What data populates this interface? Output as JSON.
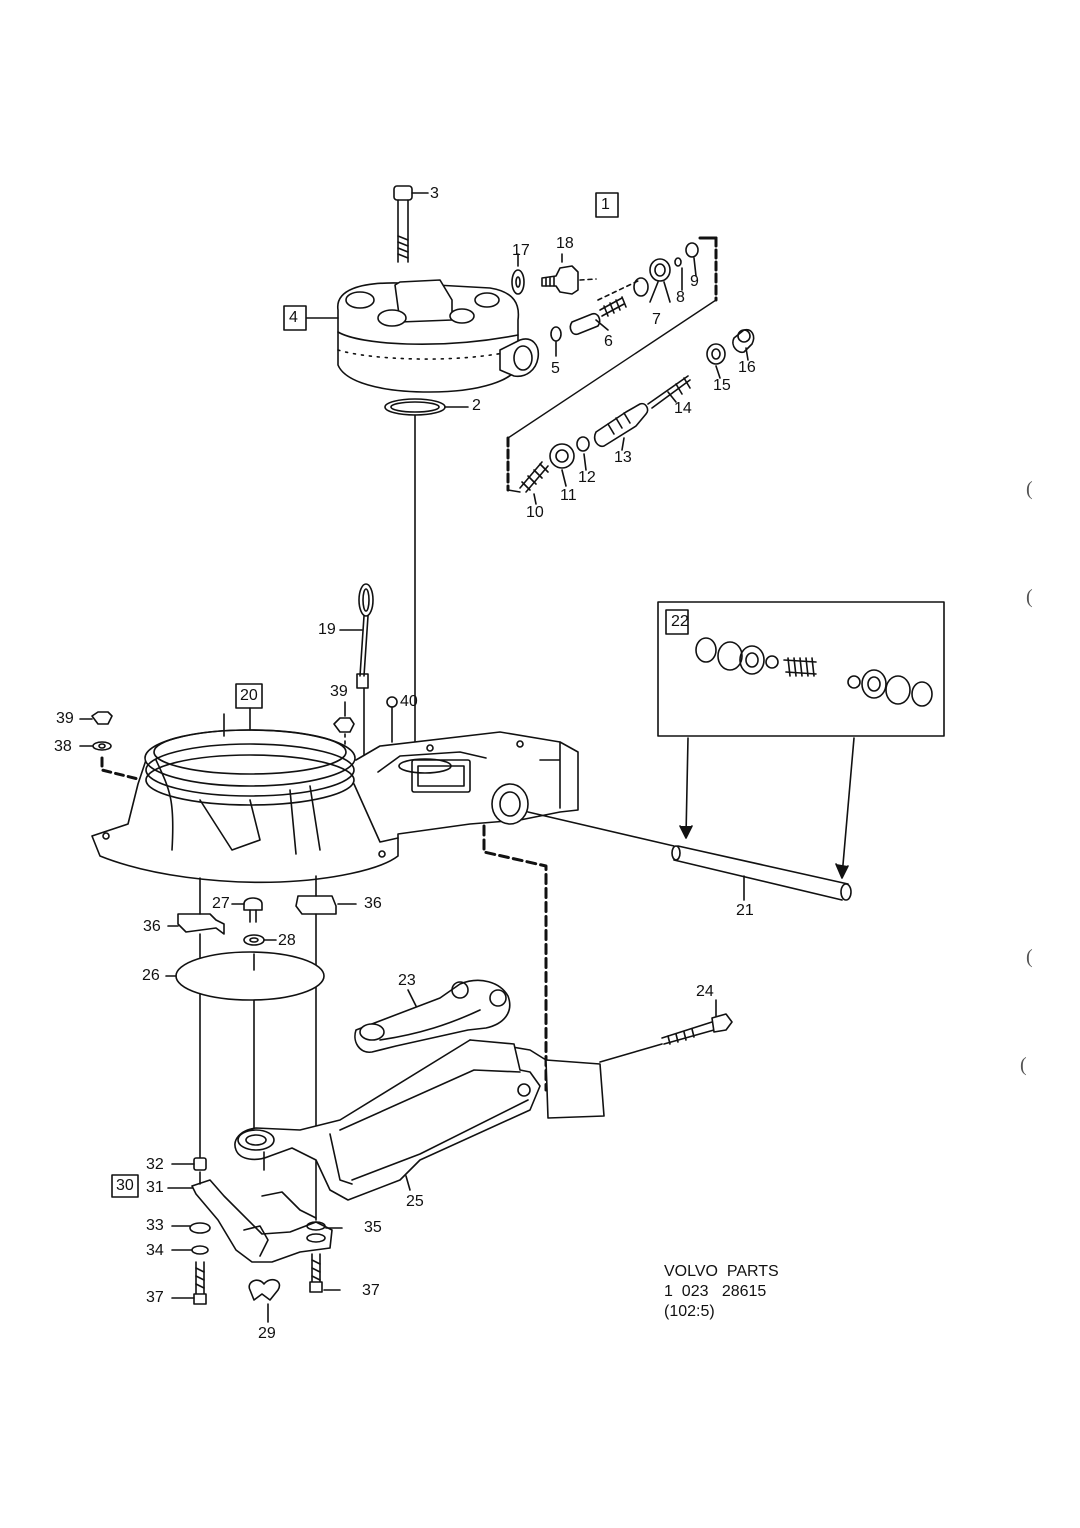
{
  "labels": {
    "p1": "1",
    "p2": "2",
    "p3": "3",
    "p4": "4",
    "p5": "5",
    "p6": "6",
    "p7": "7",
    "p8": "8",
    "p9": "9",
    "p10": "10",
    "p11": "11",
    "p12": "12",
    "p13": "13",
    "p14": "14",
    "p15": "15",
    "p16": "16",
    "p17": "17",
    "p18": "18",
    "p19": "19",
    "p20": "20",
    "p21": "21",
    "p22": "22",
    "p23": "23",
    "p24": "24",
    "p25": "25",
    "p26": "26",
    "p27": "27",
    "p28": "28",
    "p29": "29",
    "p30": "30",
    "p31": "31",
    "p32": "32",
    "p33": "33",
    "p34": "34",
    "p35": "35",
    "p36a": "36",
    "p36b": "36",
    "p37a": "37",
    "p37b": "37",
    "p38": "38",
    "p39a": "39",
    "p39b": "39",
    "p40": "40"
  },
  "caption": {
    "line1": "VOLVO  PARTS",
    "line2": "1  023   28615",
    "line3": "(102:5)"
  },
  "margin_marks": {
    "m1": "(",
    "m2": "(",
    "m3": "(",
    "m4": "("
  },
  "colors": {
    "ink": "#111111",
    "paper": "#ffffff"
  }
}
